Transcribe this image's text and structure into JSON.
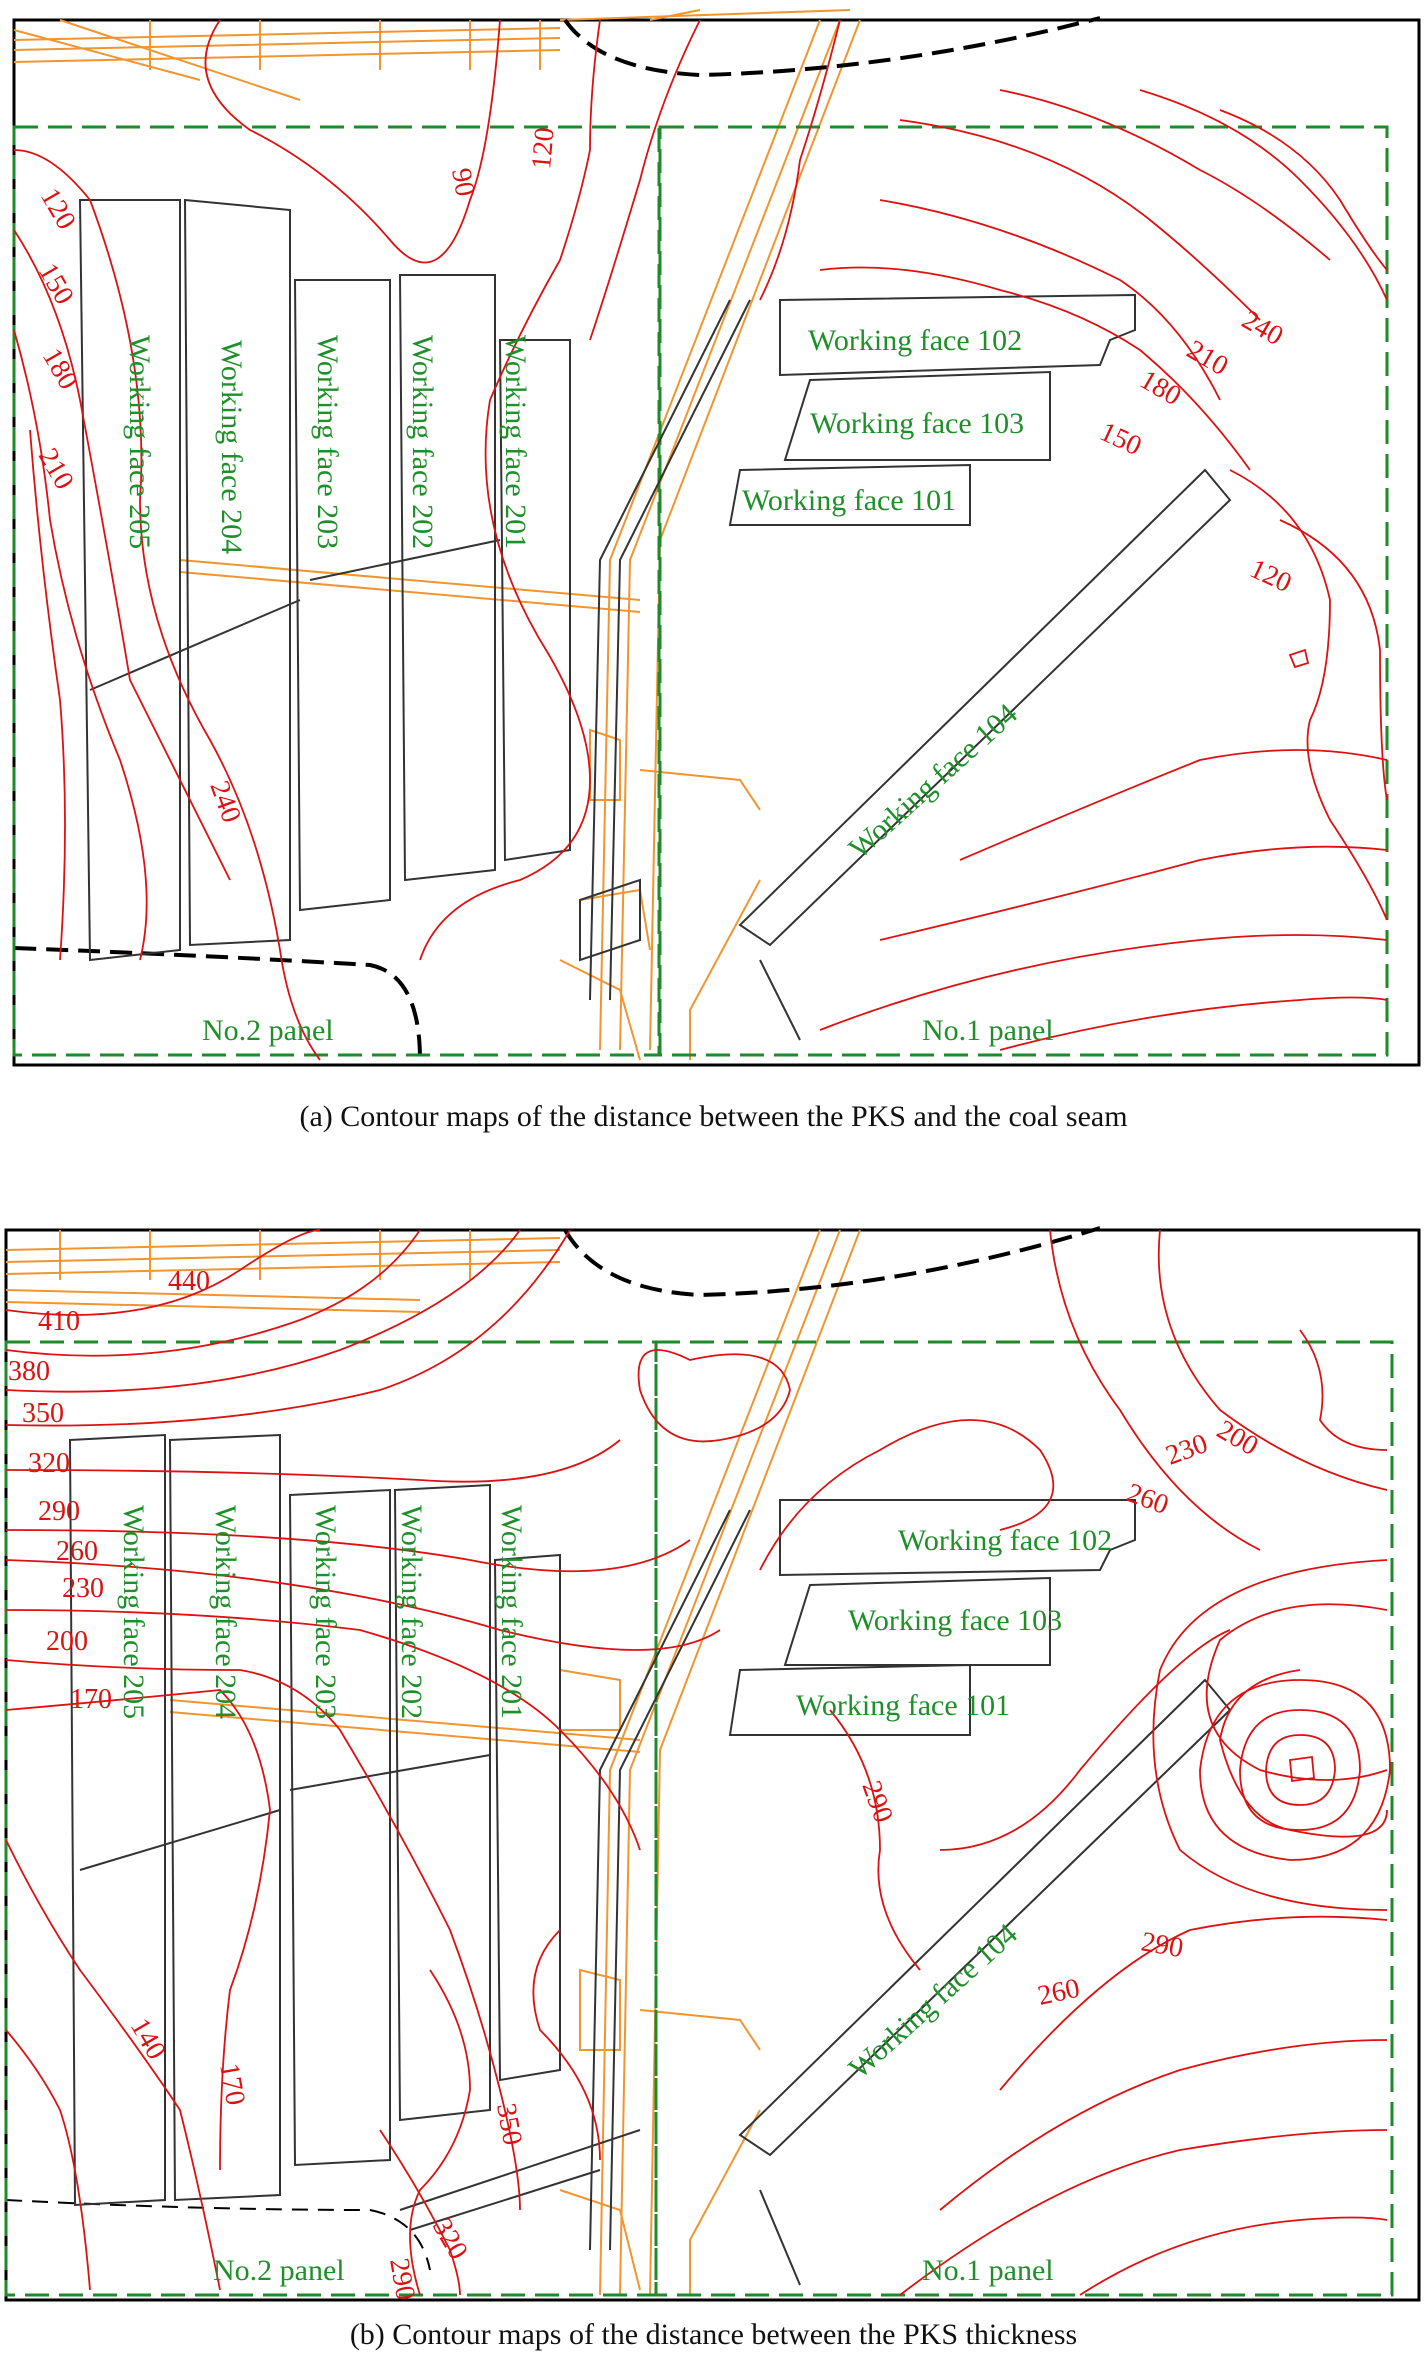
{
  "colors": {
    "contour": "#dd1111",
    "panel_boundary": "#1e8a2a",
    "label_green": "#1f8f2a",
    "roadway_orange": "#f0952f",
    "working_face": "#333333",
    "frame": "#000000"
  },
  "maps": [
    {
      "caption": "(a) Contour maps of the distance between the PKS and the coal seam",
      "panels": {
        "left": "No.2 panel",
        "right": "No.1 panel"
      },
      "faces": [
        "Working face 205",
        "Working face 204",
        "Working face 203",
        "Working face 202",
        "Working face 201",
        "Working face 102",
        "Working face 103",
        "Working face 101",
        "Working face 104"
      ],
      "contour_labels": [
        "120",
        "150",
        "180",
        "210",
        "90",
        "120",
        "240",
        "240",
        "210",
        "180",
        "150",
        "120"
      ]
    },
    {
      "caption": "(b) Contour maps of the distance between the PKS thickness",
      "panels": {
        "left": "No.2 panel",
        "right": "No.1 panel"
      },
      "faces": [
        "Working face 205",
        "Working face 204",
        "Working face 203",
        "Working face 202",
        "Working face 201",
        "Working face 102",
        "Working face 103",
        "Working face 101",
        "Working face 104"
      ],
      "contour_labels": [
        "440",
        "410",
        "380",
        "350",
        "320",
        "290",
        "260",
        "230",
        "200",
        "170",
        "140",
        "170",
        "350",
        "320",
        "290",
        "290",
        "200",
        "230",
        "260",
        "290",
        "260"
      ]
    }
  ]
}
